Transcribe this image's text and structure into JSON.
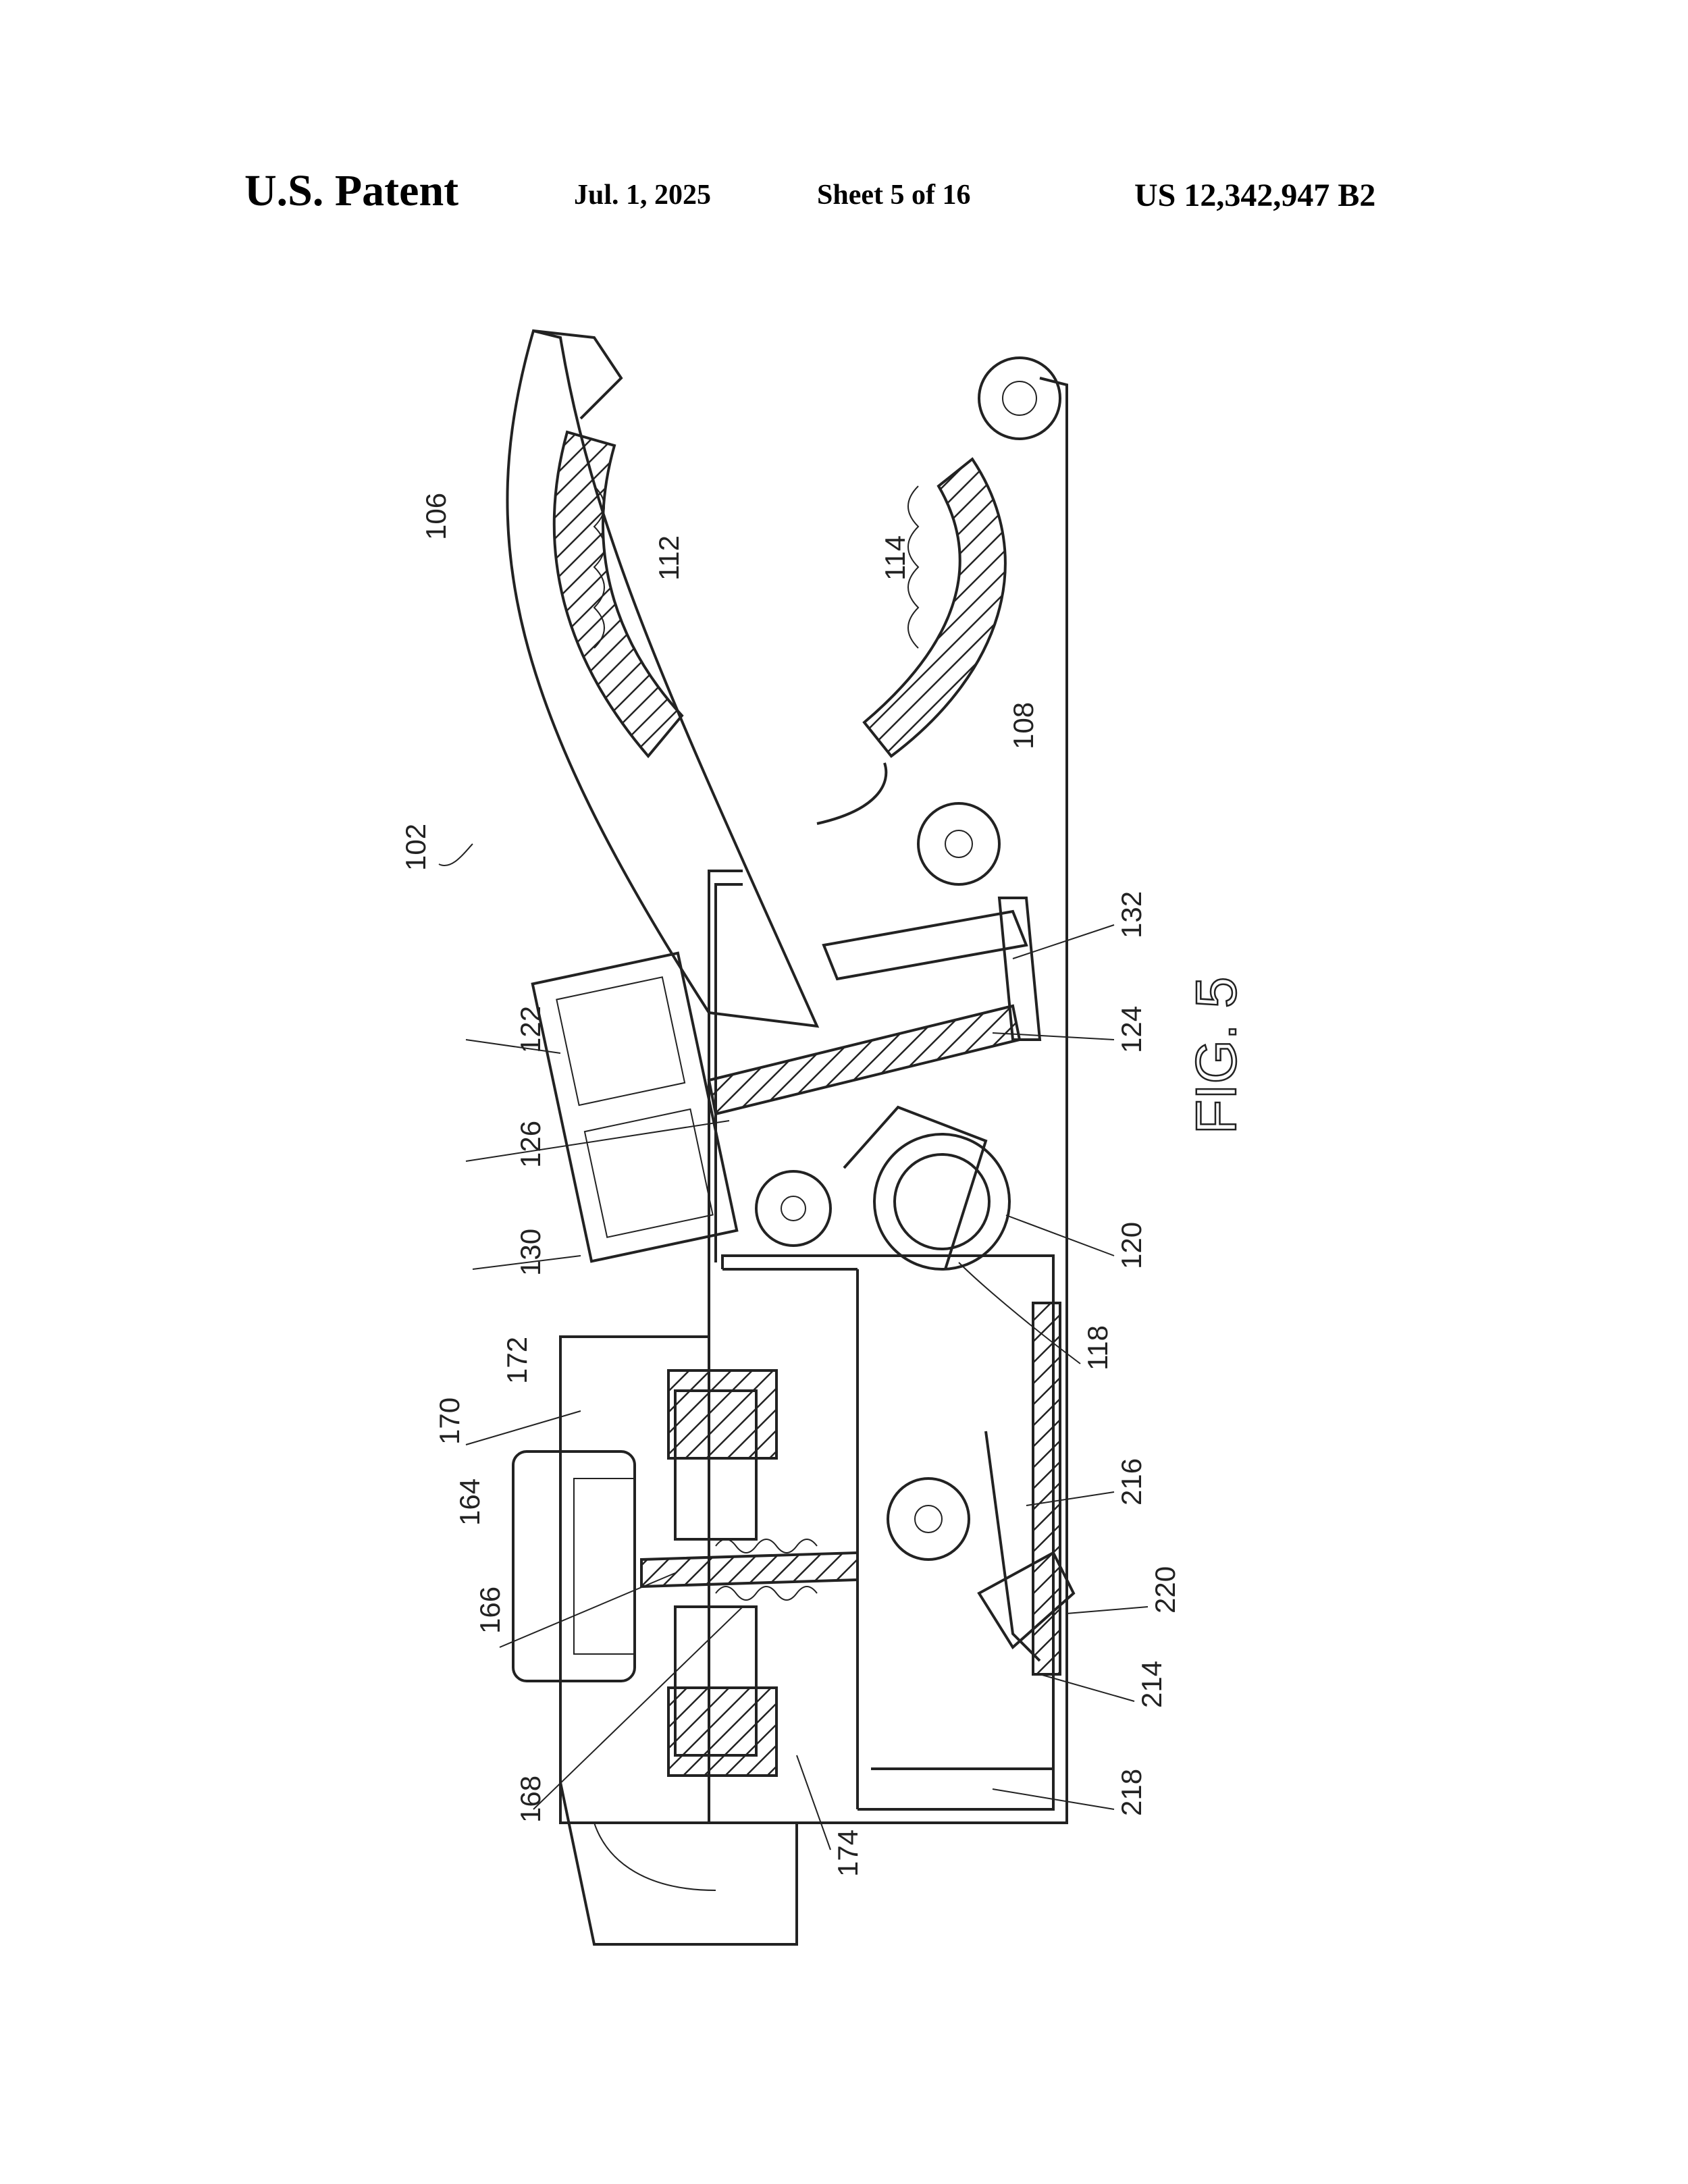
{
  "header": {
    "title": "U.S. Patent",
    "date": "Jul. 1, 2025",
    "sheet": "Sheet 5 of 16",
    "patent_number": "US 12,342,947 B2"
  },
  "figure": {
    "label": "FIG. 5",
    "reference_numerals": [
      "102",
      "106",
      "112",
      "114",
      "108",
      "132",
      "124",
      "122",
      "126",
      "130",
      "120",
      "118",
      "172",
      "170",
      "164",
      "166",
      "168",
      "174",
      "216",
      "220",
      "214",
      "218"
    ]
  }
}
